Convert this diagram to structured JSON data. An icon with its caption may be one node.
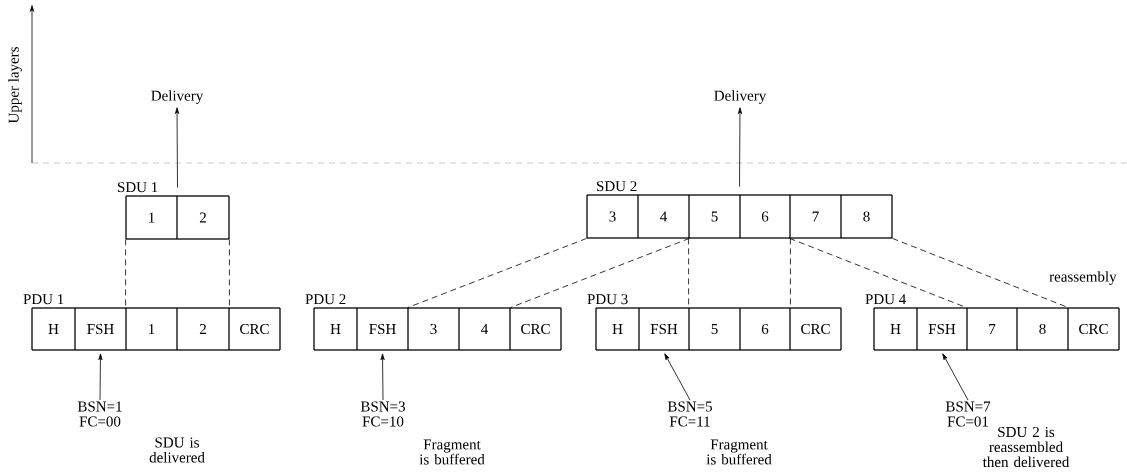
{
  "diagram": {
    "nodes": [
      {
        "text": [
          "Delivery"
        ]
      },
      {
        "text": [
          "Delivery"
        ]
      },
      {
        "text": [
          "SDU 1"
        ]
      },
      {
        "text": [
          "1"
        ],
        "in": 2
      },
      {
        "text": [
          "2"
        ],
        "in": 2
      },
      {
        "text": [
          "SDU 2"
        ]
      },
      {
        "text": [
          "3"
        ],
        "in": 5
      },
      {
        "text": [
          "4"
        ],
        "in": 5
      },
      {
        "text": [
          "5"
        ],
        "in": 5
      },
      {
        "text": [
          "6"
        ],
        "in": 5
      },
      {
        "text": [
          "7"
        ],
        "in": 5
      },
      {
        "text": [
          "8"
        ],
        "in": 5
      },
      {
        "text": [
          "PDU 1"
        ]
      },
      {
        "text": [
          "H"
        ],
        "in": 12
      },
      {
        "text": [
          "FSH"
        ],
        "in": 12
      },
      {
        "text": [
          "1"
        ],
        "in": 12
      },
      {
        "text": [
          "2"
        ],
        "in": 12
      },
      {
        "text": [
          "CRC"
        ],
        "in": 12
      },
      {
        "text": [
          "PDU 2"
        ]
      },
      {
        "text": [
          "H"
        ],
        "in": 18
      },
      {
        "text": [
          "FSH"
        ],
        "in": 18
      },
      {
        "text": [
          "3"
        ],
        "in": 18
      },
      {
        "text": [
          "4"
        ],
        "in": 18
      },
      {
        "text": [
          "CRC"
        ],
        "in": 18
      },
      {
        "text": [
          "PDU 3"
        ]
      },
      {
        "text": [
          "H"
        ],
        "in": 24
      },
      {
        "text": [
          "FSH"
        ],
        "in": 24
      },
      {
        "text": [
          "5"
        ],
        "in": 24
      },
      {
        "text": [
          "6"
        ],
        "in": 24
      },
      {
        "text": [
          "CRC"
        ],
        "in": 24
      },
      {
        "text": [
          "PDU 4"
        ]
      },
      {
        "text": [
          "H"
        ],
        "in": 30
      },
      {
        "text": [
          "FSH"
        ],
        "in": 30
      },
      {
        "text": [
          "7"
        ],
        "in": 30
      },
      {
        "text": [
          "8"
        ],
        "in": 30
      },
      {
        "text": [
          "CRC"
        ],
        "in": 30
      },
      {
        "text": [
          "BSN=1 FC=00"
        ]
      },
      {
        "text": [
          "BSN=3 FC=10"
        ]
      },
      {
        "text": [
          "BSN=5 FC=11"
        ]
      },
      {
        "text": [
          "BSN=7 FC=01"
        ]
      }
    ],
    "edges": [
      {
        "from": 2,
        "to": 0,
        "arrow": "to"
      },
      {
        "from": 5,
        "to": 1,
        "arrow": "to"
      },
      {
        "from": 3,
        "to": 15,
        "arrow": "none",
        "style": "dashed"
      },
      {
        "from": 4,
        "to": 16,
        "arrow": "none",
        "style": "dashed"
      },
      {
        "from": 6,
        "to": 21,
        "arrow": "none",
        "style": "dashed"
      },
      {
        "from": 7,
        "to": 22,
        "arrow": "none",
        "style": "dashed"
      },
      {
        "from": 8,
        "to": 27,
        "arrow": "none",
        "style": "dashed"
      },
      {
        "from": 9,
        "to": 28,
        "arrow": "none",
        "style": "dashed"
      },
      {
        "from": 10,
        "to": 33,
        "arrow": "none",
        "style": "dashed"
      },
      {
        "from": 11,
        "to": 34,
        "arrow": "none",
        "style": "dashed"
      },
      {
        "from": 36,
        "to": 14,
        "arrow": "to"
      },
      {
        "from": 37,
        "to": 20,
        "arrow": "to"
      },
      {
        "from": 38,
        "to": 26,
        "arrow": "to"
      },
      {
        "from": 39,
        "to": 32,
        "arrow": "to"
      }
    ],
    "labels": [
      "Upper layers",
      "reassembly",
      "SDU is delivered",
      "Fragment is buffered",
      "Fragment is buffered",
      "SDU 2 is reassembled then delivered"
    ]
  }
}
